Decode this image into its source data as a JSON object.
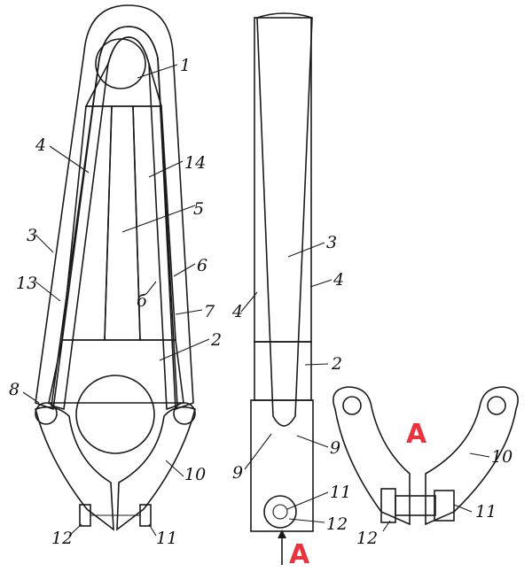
{
  "colors": {
    "yellow": "#f8ca16",
    "light_yellow": "#fbf205",
    "pink": "#f0a6dc",
    "grey": "#b4b4b4",
    "light_grey": "#e4e4e4",
    "red": "#e9343e",
    "outline": "#1a1a1a"
  },
  "views": {
    "front": {
      "labels": [
        "1",
        "4",
        "14",
        "5",
        "3",
        "6",
        "13",
        "б",
        "7",
        "2",
        "8",
        "10",
        "12",
        "11"
      ]
    },
    "side": {
      "labels": [
        "3",
        "4",
        "4",
        "2",
        "9",
        "9",
        "11",
        "12"
      ],
      "arrow_label": "A"
    },
    "section": {
      "title": "A",
      "labels": [
        "10",
        "11",
        "12"
      ]
    }
  }
}
